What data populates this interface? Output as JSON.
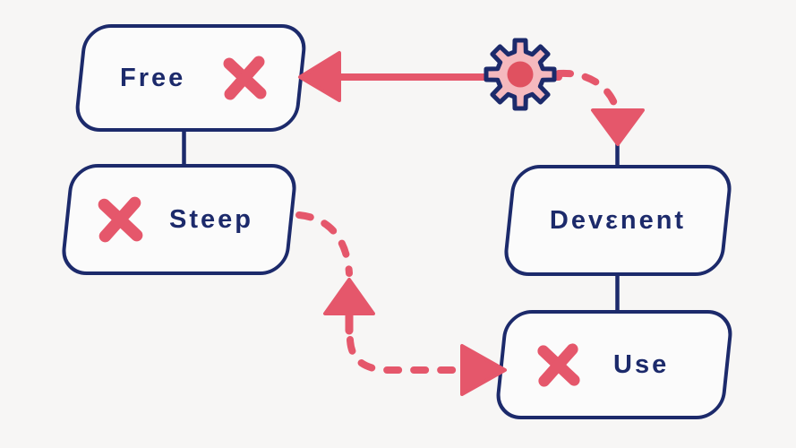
{
  "diagram": {
    "type": "flowchart",
    "background_color": "#f7f6f5",
    "node_fill_color": "#fbfbfb",
    "outline_color": "#1c2a6b",
    "accent_color": "#e5576b",
    "gear_fill_color": "#f5b9be"
  },
  "nodes": {
    "free": {
      "label": "Free",
      "marker": "x-cross",
      "marker_side": "right"
    },
    "steep": {
      "label": "Steep",
      "marker": "x-cross",
      "marker_side": "left"
    },
    "devenent": {
      "label": "Devεnent",
      "marker": "none",
      "marker_side": "none"
    },
    "use": {
      "label": "Use",
      "marker": "x-cross",
      "marker_side": "left"
    }
  },
  "icons": {
    "cross": "✕",
    "gear": "⚙"
  },
  "edges": [
    {
      "from": "gear-icon",
      "to": "free",
      "style": "solid",
      "color": "#e5576b",
      "arrowhead": "left"
    },
    {
      "from": "gear-icon",
      "to": "devenent",
      "style": "dashed",
      "color": "#e5576b",
      "arrowhead": "down"
    },
    {
      "from": "free",
      "to": "steep",
      "style": "solid",
      "color": "#1c2a6b",
      "arrowhead": "none"
    },
    {
      "from": "steep",
      "to": "use",
      "style": "dashed",
      "color": "#e5576b",
      "arrowhead": "right",
      "mid_arrowhead": "up"
    },
    {
      "from": "devenent",
      "to": "use",
      "style": "solid",
      "color": "#1c2a6b",
      "arrowhead": "none"
    }
  ]
}
